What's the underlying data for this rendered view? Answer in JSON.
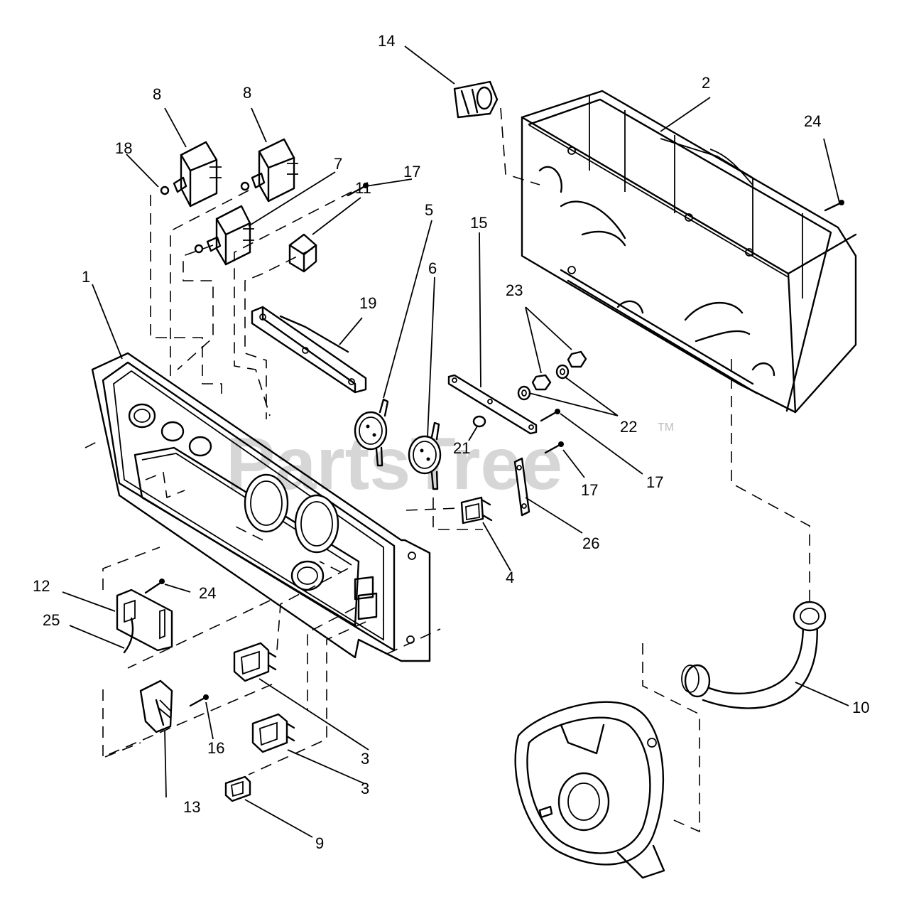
{
  "watermark": {
    "text": "PartsTree",
    "trademark": "TM"
  },
  "callouts": {
    "c1": "1",
    "c2": "2",
    "c3a": "3",
    "c3b": "3",
    "c4": "4",
    "c5": "5",
    "c6": "6",
    "c7": "7",
    "c8a": "8",
    "c8b": "8",
    "c9": "9",
    "c10": "10",
    "c11": "11",
    "c12": "12",
    "c13": "13",
    "c14": "14",
    "c15": "15",
    "c16": "16",
    "c17a": "17",
    "c17b": "17",
    "c17c": "17",
    "c18": "18",
    "c19": "19",
    "c21": "21",
    "c22": "22",
    "c23": "23",
    "c24a": "24",
    "c24b": "24",
    "c25": "25",
    "c26": "26"
  }
}
